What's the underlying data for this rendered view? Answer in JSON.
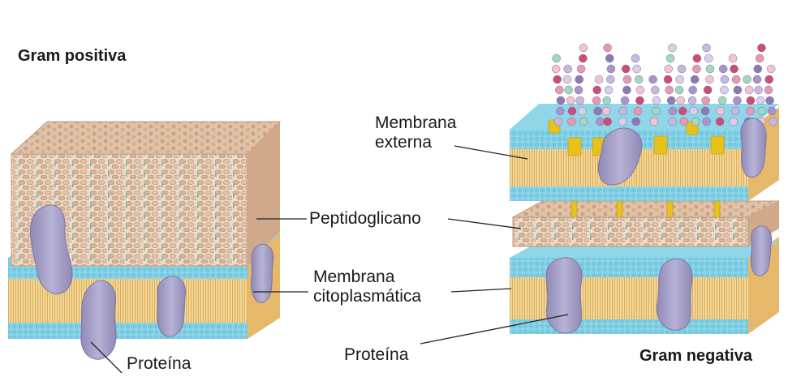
{
  "titles": {
    "left": "Gram positiva",
    "right": "Gram negativa"
  },
  "labels": {
    "outer_membrane": [
      "Membrana",
      "externa"
    ],
    "peptidoglycan": "Peptidoglicano",
    "cytoplasmic_membrane": [
      "Membrana",
      "citoplasmática"
    ],
    "protein_left": "Proteína",
    "protein_right": "Proteína"
  },
  "colors": {
    "lipid_head": "#7fd0e4",
    "lipid_tail": "#f2cf8c",
    "peptidoglycan": "#d9b79a",
    "peptidoglycan_link": "#54b8c8",
    "protein": "#a9a4c8",
    "porin": "#e6c21c"
  }
}
